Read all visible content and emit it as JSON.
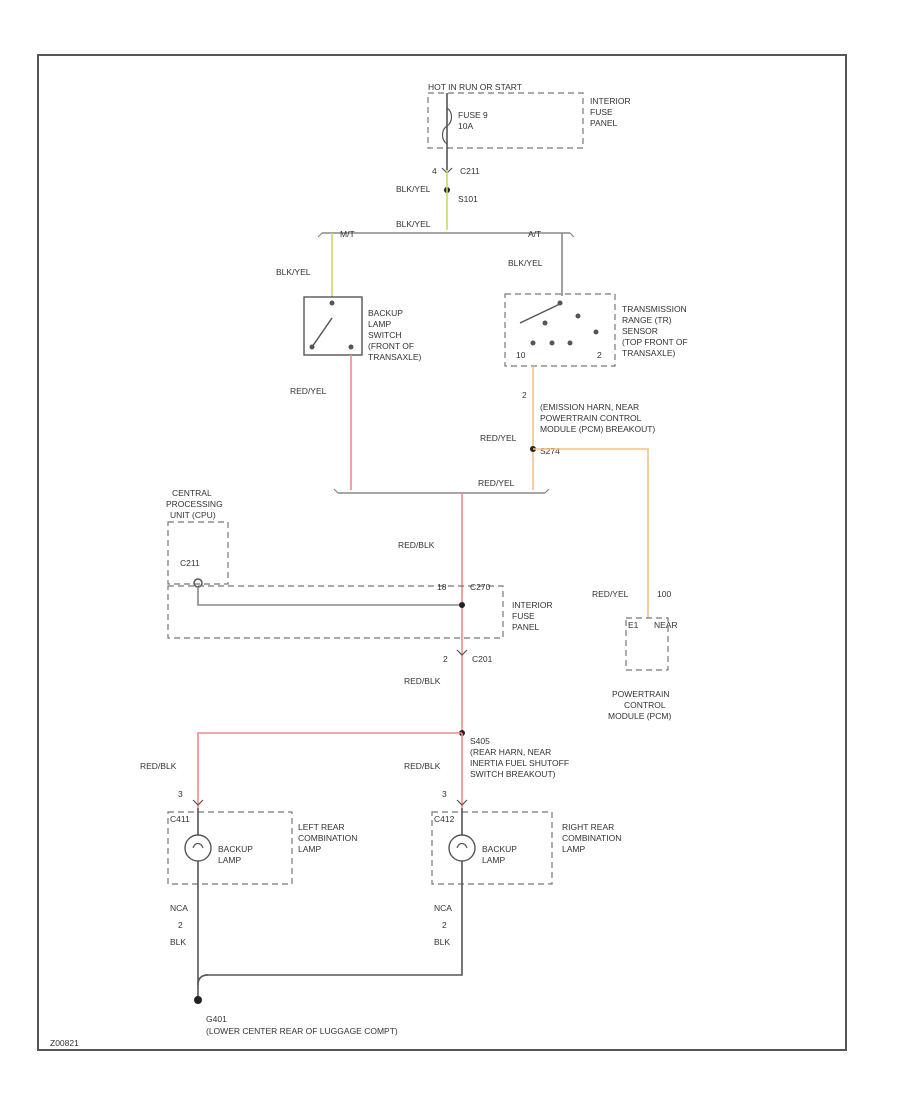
{
  "colors": {
    "frame": "#555555",
    "wire_default": "#888888",
    "wire_red": "#f08a8a",
    "wire_orange": "#f7c08a",
    "wire_yellowgreen": "#c6d86a",
    "wire_dark": "#555555"
  },
  "labels": {
    "hot_in": "HOT IN RUN OR START",
    "fuse": "FUSE 9",
    "fuse_amp": "10A",
    "interior_fuse_panel_top": [
      "INTERIOR",
      "FUSE",
      "PANEL"
    ],
    "pin_4": "4",
    "c_top": "C211",
    "blk_yel_1": "BLK/YEL",
    "splice_top": "S101",
    "blk_yel_2": "BLK/YEL",
    "mt": "M/T",
    "at": "A/T",
    "blk_yel_3": "BLK/YEL",
    "blk_yel_4": "BLK/YEL",
    "backup_switch": [
      "BACKUP",
      "LAMP",
      "SWITCH",
      "(FRONT OF",
      "TRANSAXLE)"
    ],
    "tr_sensor": [
      "TRANSMISSION",
      "RANGE (TR)",
      "SENSOR",
      "(TOP FRONT OF",
      "TRANSAXLE)"
    ],
    "tr_pin_10": "10",
    "tr_pin_2": "2",
    "red_yel_1": "RED/YEL",
    "pin_2a": "2",
    "emission": [
      "(EMISSION HARN, NEAR",
      "POWERTRAIN CONTROL",
      "MODULE (PCM) BREAKOUT)"
    ],
    "red_yel_2": "RED/YEL",
    "splice_s2": "S274",
    "red_yel_3": "RED/YEL",
    "cpu": [
      "CENTRAL",
      "PROCESSING",
      "UNIT (CPU)"
    ],
    "c_cpu": "C211",
    "red_blk_1": "RED/BLK",
    "pin_18": "18",
    "c_ifp": "C270",
    "interior_fuse_panel_mid": [
      "INTERIOR",
      "FUSE",
      "PANEL"
    ],
    "red_yel_4": "RED/YEL",
    "pin_100": "100",
    "pcm_conn": "E1",
    "pcm_conn_note": "NEAR",
    "pcm": [
      "POWERTRAIN",
      "CONTROL",
      "MODULE (PCM)"
    ],
    "pin_2b": "2",
    "c_lower": "C201",
    "red_blk_2": "RED/BLK",
    "splice_s3": [
      "S405",
      "(REAR HARN, NEAR",
      "INERTIA FUEL SHUTOFF",
      "SWITCH BREAKOUT)"
    ],
    "red_blk_3": "RED/BLK",
    "red_blk_4": "RED/BLK",
    "pin_3l": "3",
    "pin_3r": "3",
    "c_lamp_l": "C411",
    "c_lamp_r": "C412",
    "lamp_text": [
      "BACKUP",
      "LAMP"
    ],
    "left_rear": [
      "LEFT REAR",
      "COMBINATION",
      "LAMP"
    ],
    "right_rear": [
      "RIGHT REAR",
      "COMBINATION",
      "LAMP"
    ],
    "lamp_conn_l": "NCA",
    "lamp_conn_r": "NCA",
    "pin_2l": "2",
    "pin_2r": "2",
    "blk_l": "BLK",
    "blk_r": "BLK",
    "ground": [
      "G401",
      "(LOWER CENTER REAR OF LUGGAGE COMPT)"
    ],
    "corner_code": "Z00821"
  }
}
